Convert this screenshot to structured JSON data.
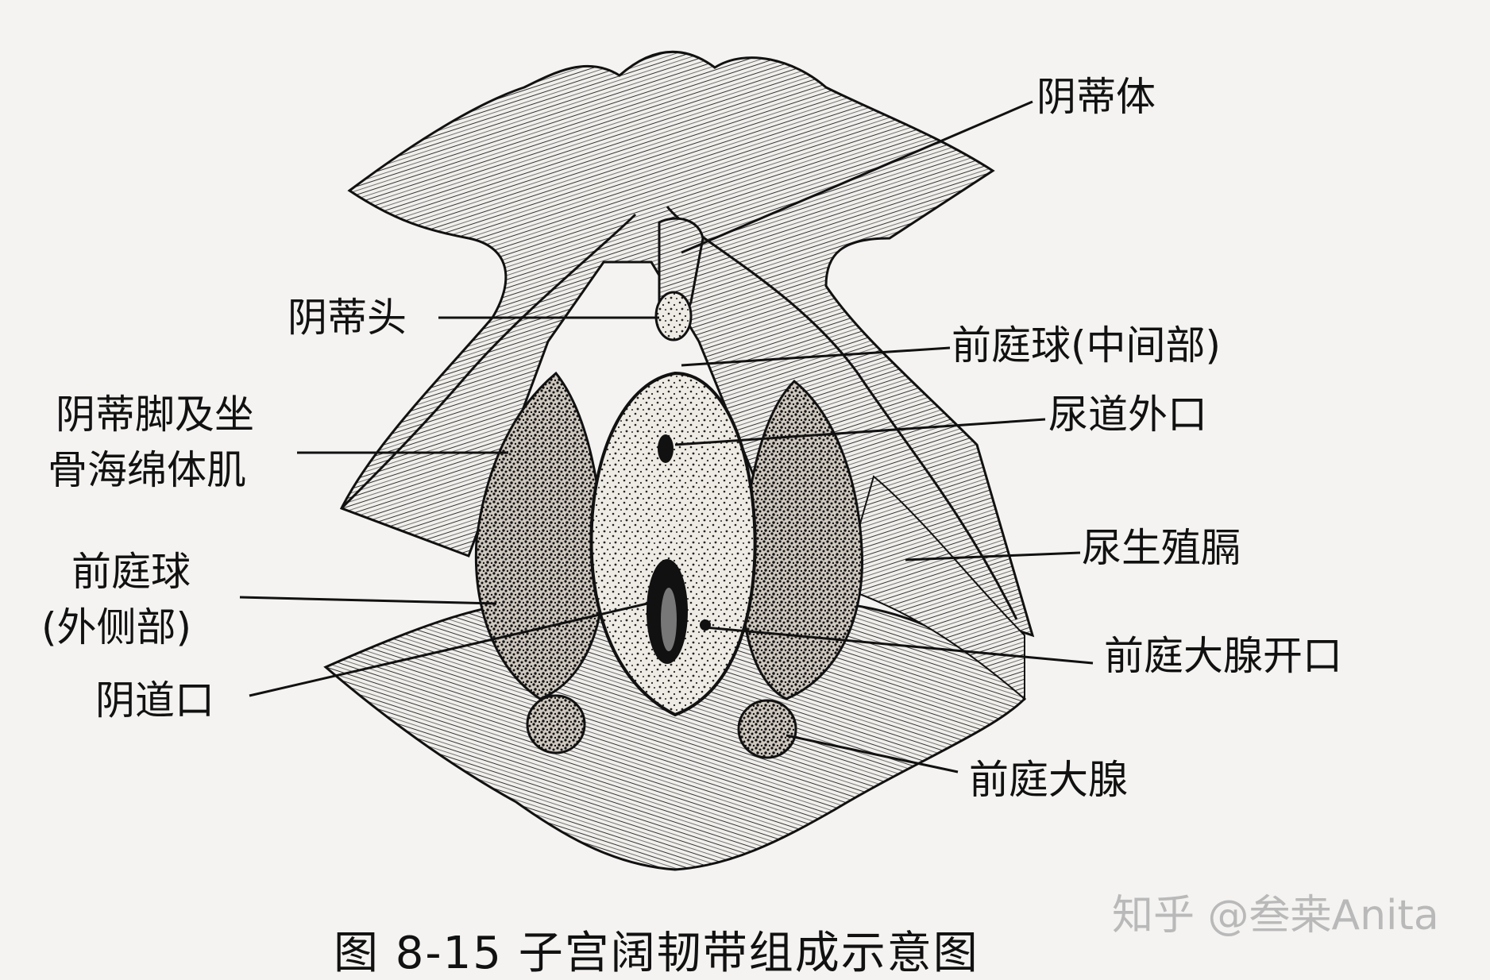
{
  "labels": {
    "clitoris_body": "阴蒂体",
    "glans_clitoris": "阴蒂头",
    "vestibular_bulb_middle": "前庭球(中间部)",
    "urethral_orifice": "尿道外口",
    "crus_line1": "阴蒂脚及坐",
    "crus_line2": "骨海绵体肌",
    "urogenital_diaphragm": "尿生殖膈",
    "vestibular_bulb_lateral_line1": "前庭球",
    "vestibular_bulb_lateral_line2": "(外侧部)",
    "greater_vestibular_gland_opening": "前庭大腺开口",
    "vaginal_orifice": "阴道口",
    "greater_vestibular_gland": "前庭大腺"
  },
  "caption": "图 8-15   子宫阔韧带组成示意图",
  "watermark": "知乎 @叁桒Anita",
  "colors": {
    "ink": "#111111",
    "paper": "#f4f3f1",
    "watermark": "#b9b9b9"
  }
}
